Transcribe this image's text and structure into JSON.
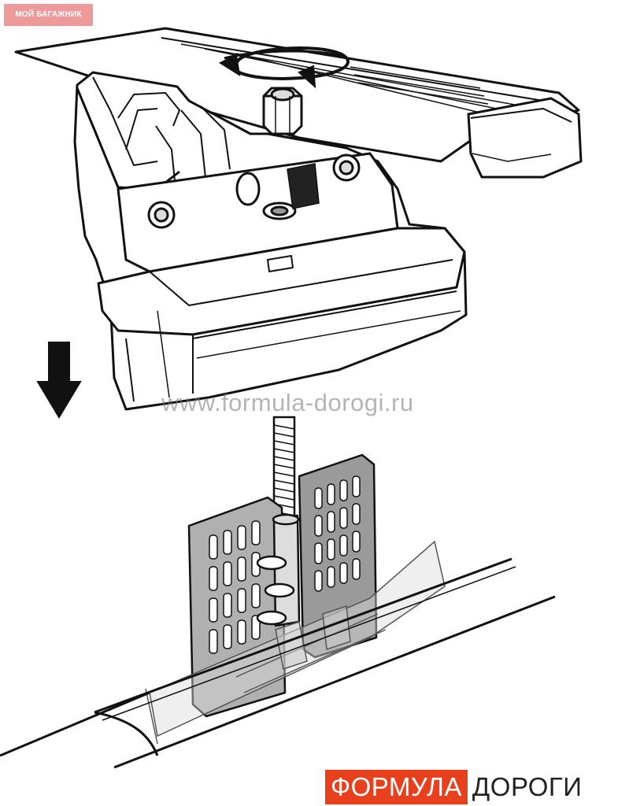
{
  "badge": {
    "text": "МОЙ БАГАЖНИК"
  },
  "watermark": {
    "text": "www.formula-dorogi.ru"
  },
  "logo": {
    "part1": "ФОРМУЛА",
    "part2": "ДОРОГИ",
    "accent": "#e8401c"
  }
}
